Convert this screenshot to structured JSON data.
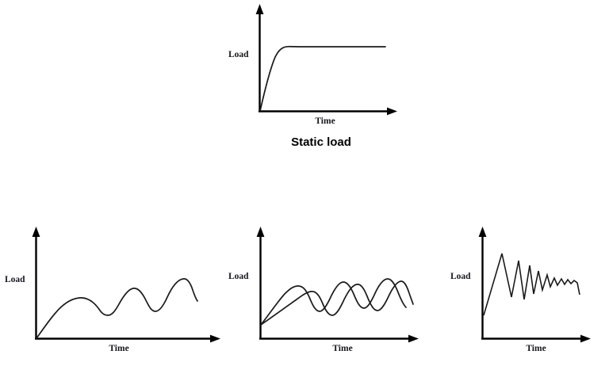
{
  "figure": {
    "background_color": "#ffffff",
    "stroke_color": "#1a1a1a",
    "axis_color": "#000000",
    "label_color": "#15171f",
    "caption": "Static load",
    "axis_labels": {
      "y": "Load",
      "x": "Time"
    }
  },
  "chart_data": [
    {
      "id": "static-load",
      "type": "line",
      "title": "Static load",
      "xlabel": "Time",
      "ylabel": "Load",
      "grid": false,
      "legend": "none",
      "xlim": [
        0,
        100
      ],
      "ylim": [
        0,
        100
      ],
      "description": "Load rises steeply from zero then holds constant at a plateau",
      "series": [
        {
          "name": "static",
          "smooth": true,
          "x": [
            0,
            3,
            6,
            10,
            14,
            18,
            22,
            26,
            30,
            40,
            55,
            70,
            85,
            95
          ],
          "y": [
            0,
            12,
            26,
            42,
            56,
            66,
            72,
            75,
            76,
            76,
            76,
            76,
            76,
            76
          ]
        }
      ]
    },
    {
      "id": "increasing-amplitude-load",
      "type": "line",
      "title": "",
      "xlabel": "Time",
      "ylabel": "Load",
      "grid": false,
      "legend": "none",
      "xlim": [
        0,
        100
      ],
      "ylim": [
        0,
        100
      ],
      "description": "Smooth oscillation with progressively increasing amplitude and mean",
      "series": [
        {
          "name": "growing-oscillation",
          "smooth": true,
          "x": [
            0,
            6,
            13,
            20,
            27,
            34,
            41,
            48,
            55,
            62,
            69,
            76,
            83,
            90,
            97
          ],
          "y": [
            0,
            16,
            34,
            48,
            54,
            53,
            45,
            38,
            41,
            53,
            60,
            55,
            43,
            46,
            62
          ]
        }
      ]
    },
    {
      "id": "dual-oscillating-load",
      "type": "line",
      "title": "",
      "xlabel": "Time",
      "ylabel": "Load",
      "grid": false,
      "legend": "none",
      "xlim": [
        0,
        100
      ],
      "ylim": [
        0,
        100
      ],
      "description": "Two out-of-phase oscillating load histories of similar amplitude overlapping",
      "series": [
        {
          "name": "wave-a",
          "smooth": true,
          "x": [
            0,
            8,
            16,
            24,
            30,
            38,
            46,
            52,
            60,
            68,
            74,
            82,
            90,
            96
          ],
          "y": [
            14,
            36,
            54,
            40,
            18,
            36,
            56,
            40,
            18,
            38,
            56,
            40,
            20,
            44
          ]
        },
        {
          "name": "wave-b",
          "smooth": true,
          "x": [
            0,
            10,
            20,
            26,
            34,
            42,
            48,
            56,
            64,
            70,
            78,
            86,
            92,
            98
          ],
          "y": [
            14,
            32,
            50,
            38,
            20,
            40,
            56,
            38,
            22,
            42,
            58,
            42,
            24,
            36
          ]
        }
      ]
    },
    {
      "id": "damped-load",
      "type": "line",
      "title": "",
      "xlabel": "Time",
      "ylabel": "Load",
      "grid": false,
      "legend": "none",
      "xlim": [
        0,
        100
      ],
      "ylim": [
        0,
        100
      ],
      "description": "Sharp zigzag oscillation decaying in amplitude toward a steady mean",
      "series": [
        {
          "name": "damped-zigzag",
          "smooth": false,
          "x": [
            0,
            17,
            26,
            33,
            41,
            47,
            53,
            58,
            63,
            68,
            72,
            76,
            80,
            84,
            88,
            91,
            94,
            97,
            100
          ],
          "y": [
            10,
            76,
            30,
            68,
            33,
            62,
            37,
            57,
            40,
            52,
            42,
            49,
            43,
            47,
            43,
            46,
            43,
            45,
            44
          ]
        }
      ]
    }
  ],
  "panels": [
    {
      "id": "static-load",
      "name": "static-load-panel",
      "ylabel": "Load",
      "xlabel": "Time",
      "caption": "Static load"
    },
    {
      "id": "increasing-amplitude-load",
      "name": "increasing-amplitude-load-panel",
      "ylabel": "Load",
      "xlabel": "Time",
      "caption": ""
    },
    {
      "id": "dual-oscillating-load",
      "name": "dual-oscillating-load-panel",
      "ylabel": "Load",
      "xlabel": "Time",
      "caption": ""
    },
    {
      "id": "damped-load",
      "name": "damped-load-panel",
      "ylabel": "Load",
      "xlabel": "Time",
      "caption": ""
    }
  ]
}
